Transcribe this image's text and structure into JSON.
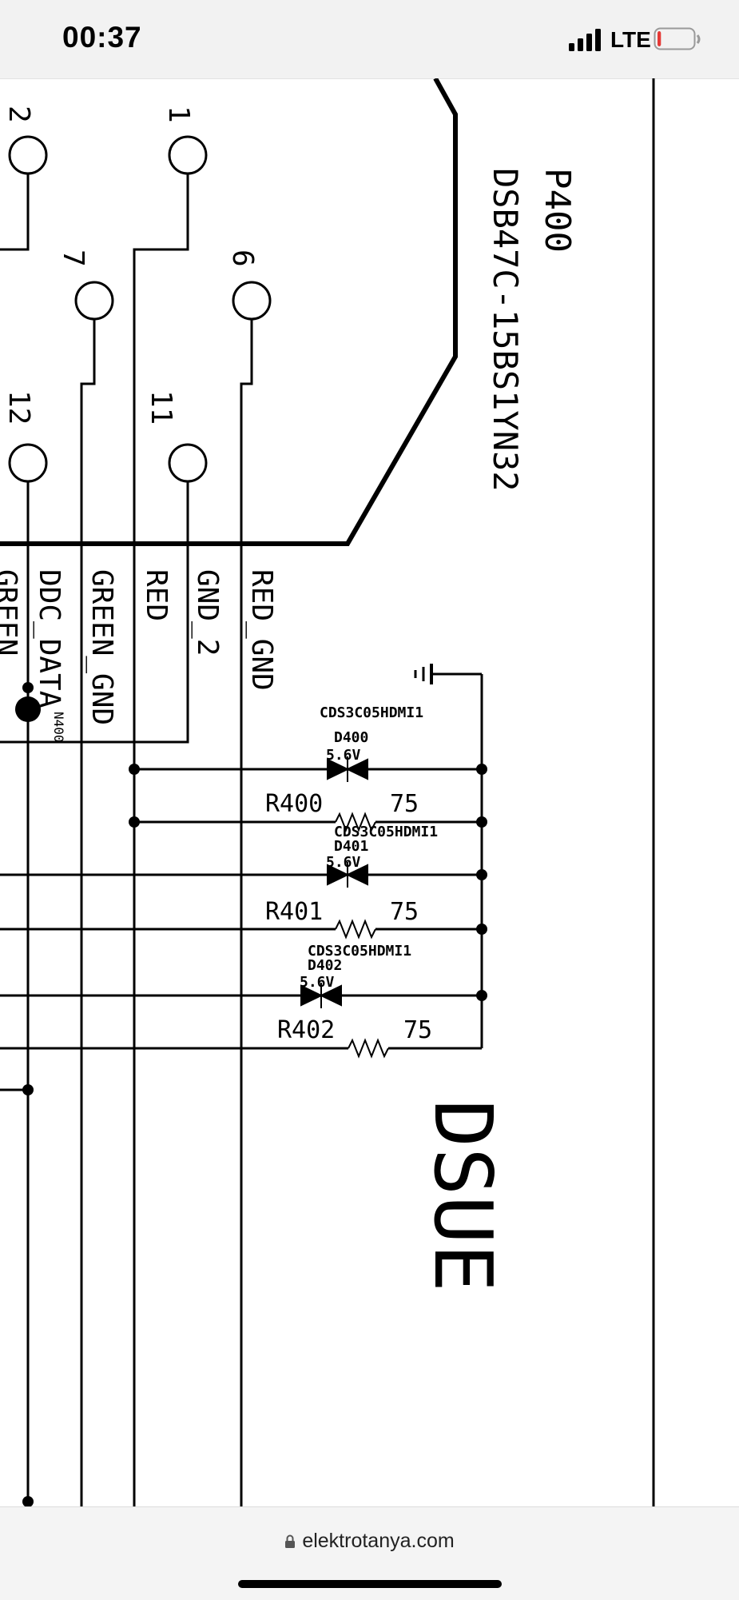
{
  "status_bar": {
    "time": "00:37",
    "network": "LTE",
    "battery_level": 0.1,
    "icons": [
      "cellular-signal-icon",
      "battery-low-icon"
    ]
  },
  "schematic": {
    "connector_ref": "P400",
    "connector_part": "DSB47C-15BS1YN32",
    "pin_numbers": [
      "2",
      "1",
      "7",
      "6",
      "12",
      "11"
    ],
    "net_labels": [
      "GREEN",
      "DDC_DATA",
      "GREEN_GND",
      "RED",
      "GND_2",
      "RED_GND"
    ],
    "junction_label": "N400",
    "diodes": [
      {
        "part": "CDS3C05HDMI1",
        "ref": "D400",
        "voltage": "5.6V"
      },
      {
        "part": "CDS3C05HDMI1",
        "ref": "D401",
        "voltage": "5.6V"
      },
      {
        "part": "CDS3C05HDMI1",
        "ref": "D402",
        "voltage": "5.6V"
      }
    ],
    "resistors": [
      {
        "ref": "R400",
        "value": "75"
      },
      {
        "ref": "R401",
        "value": "75"
      },
      {
        "ref": "R402",
        "value": "75"
      }
    ],
    "title_fragment": "DSUE"
  },
  "browser": {
    "url": "elektrotanya.com"
  },
  "colors": {
    "status_bg": "#f2f2f2",
    "battery_red": "#e53935",
    "ink": "#000000"
  }
}
